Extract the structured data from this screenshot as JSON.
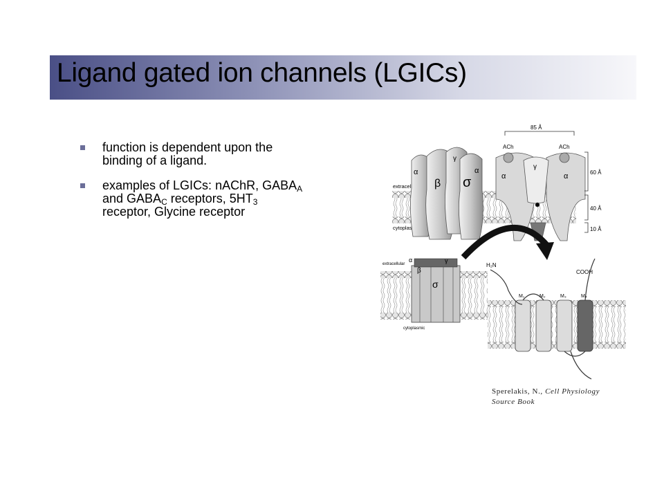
{
  "slide": {
    "title": "Ligand gated ion channels (LGICs)",
    "bullets": [
      {
        "line1": "function is dependent upon the",
        "line2": "binding of a ligand."
      },
      {
        "line1_a": "examples of LGICs: nAChR, GABA",
        "line1_sub": "A",
        "line2_a": "and GABA",
        "line2_sub1": "C",
        "line2_b": " receptors, 5HT",
        "line2_sub2": "3",
        "line3": "receptor, Glycine receptor"
      }
    ],
    "citation": {
      "author": "Sperelakis, N., ",
      "book_line1": "Cell Physiology",
      "book_line2": "Source Book"
    }
  },
  "figure": {
    "width_label": "85 Å",
    "ligand_left": "ACh",
    "ligand_right": "ACh",
    "dim_60": "60 Å",
    "dim_40": "40 Å",
    "dim_10": "10 Å",
    "extracellular_top": "extracellular",
    "cytoplasmic_top": "cytoplasmic",
    "extracellular_bottom": "extracellular",
    "cytoplasmic_bottom": "cytoplasmic",
    "subunit_alpha": "α",
    "subunit_beta": "β",
    "subunit_gamma": "γ",
    "subunit_sigma": "σ",
    "nterm": "H₂N",
    "cterm": "COOH",
    "m1": "M₁",
    "m2": "M₂",
    "m3": "M₃",
    "m4": "M₄"
  }
}
